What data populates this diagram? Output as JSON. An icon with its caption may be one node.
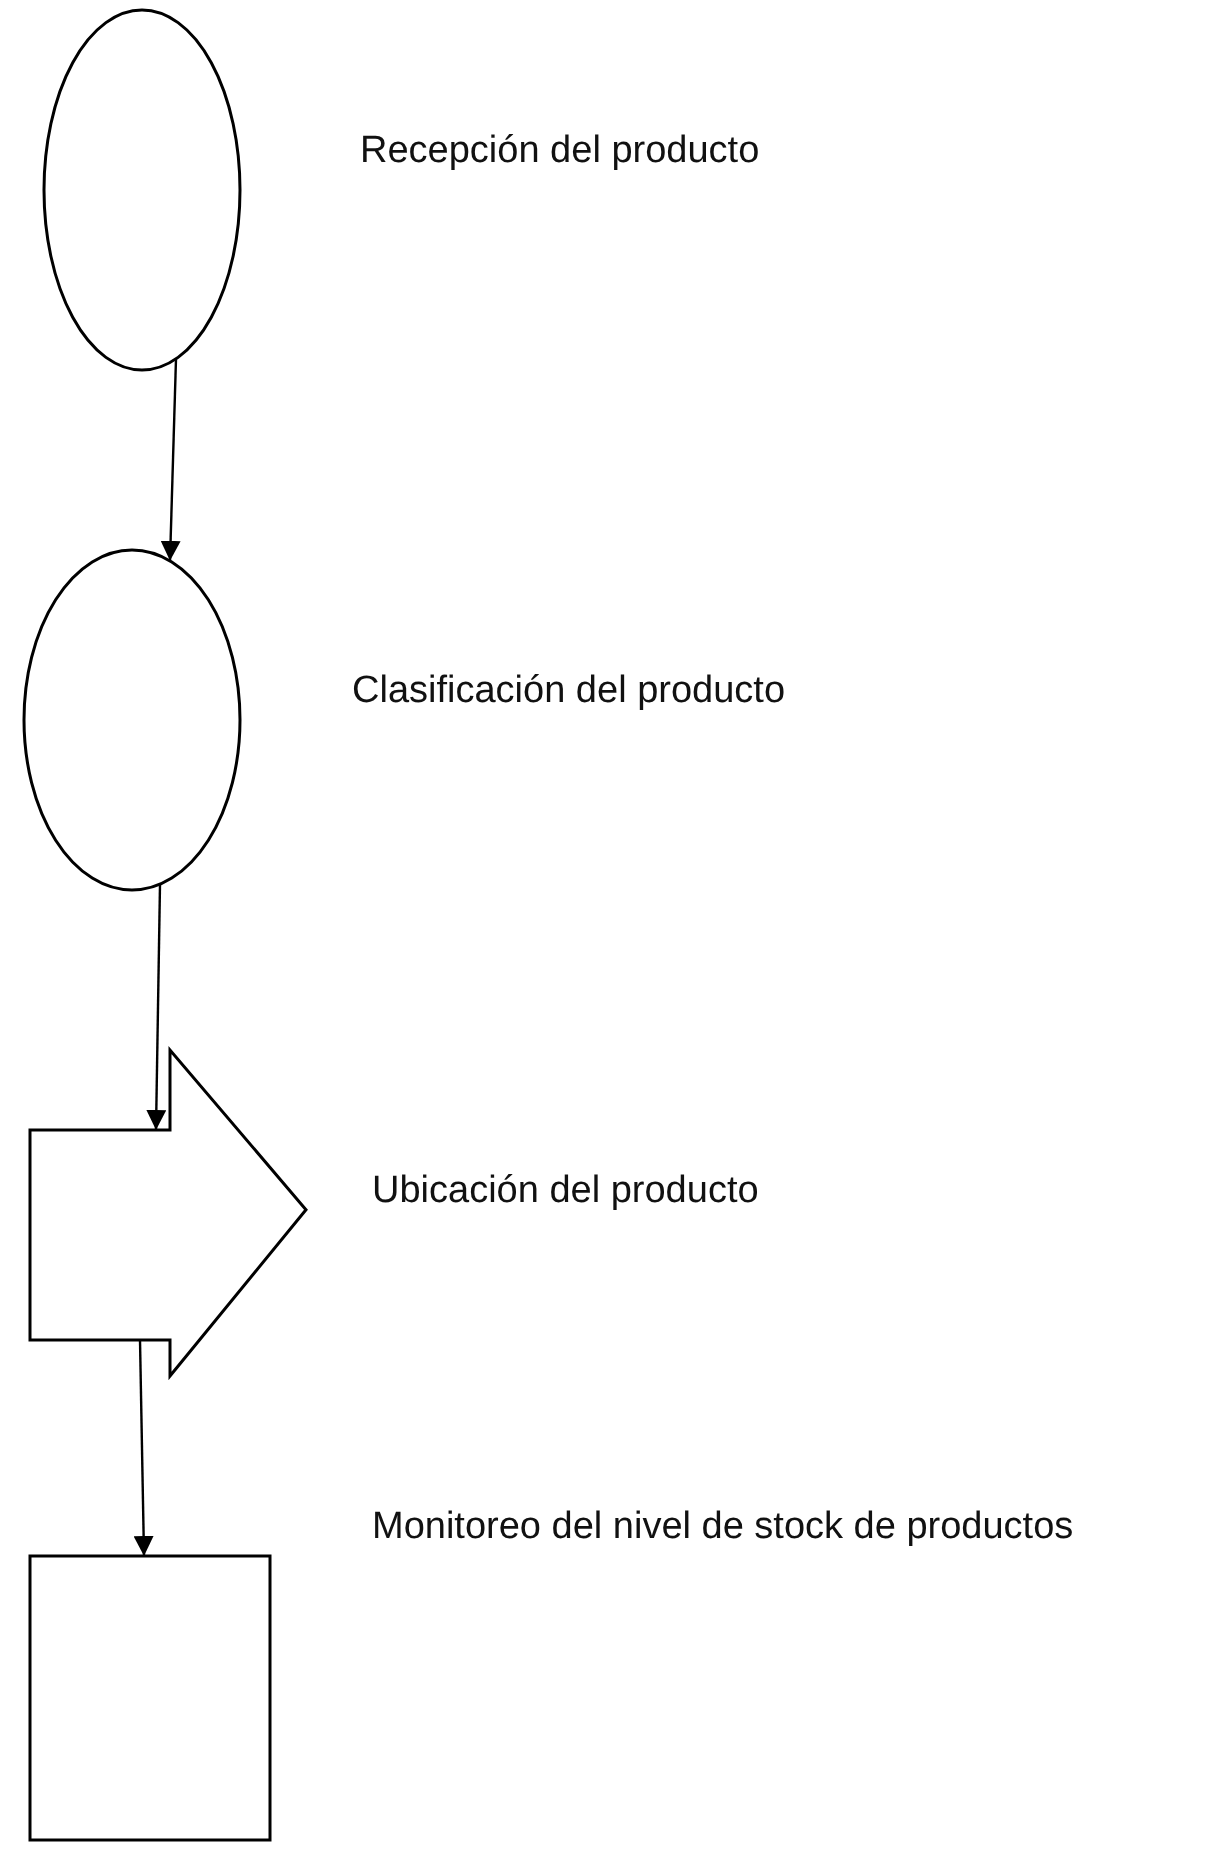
{
  "diagram": {
    "nodes": [
      {
        "text": [],
        "shape": "circle",
        "beside": [
          "Recepción del producto"
        ]
      },
      {
        "text": [],
        "shape": "circle",
        "beside": [
          "Clasificación del producto"
        ]
      },
      {
        "text": [],
        "shape": "arrow",
        "beside": [
          "Ubicación del producto"
        ]
      },
      {
        "text": [],
        "shape": "box",
        "beside": [
          "Monitoreo del nivel de stock de productos"
        ]
      }
    ],
    "edges": [
      {
        "from": 0,
        "to": 1,
        "arrow": "to"
      },
      {
        "from": 1,
        "to": 2,
        "arrow": "to"
      },
      {
        "from": 2,
        "to": 3,
        "arrow": "to"
      }
    ]
  }
}
